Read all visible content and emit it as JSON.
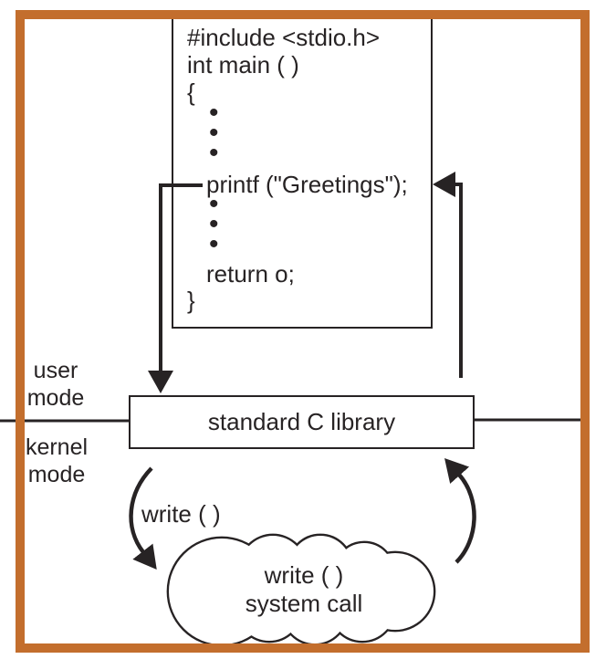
{
  "colors": {
    "frame-color": "#C36E2D",
    "ink-color": "#272324"
  },
  "code_box": {
    "lines": [
      "#include <stdio.h>",
      "int main ( )",
      "{",
      "•",
      "•",
      "•",
      "printf (\"Greetings\");",
      "•",
      "•",
      "•",
      "return o;",
      "}"
    ]
  },
  "labels": {
    "user_mode": "user mode",
    "kernel_mode": "kernel mode",
    "library": "standard C library",
    "write_call": "write ( )"
  },
  "cloud": {
    "line1": "write ( )",
    "line2": "system call"
  }
}
